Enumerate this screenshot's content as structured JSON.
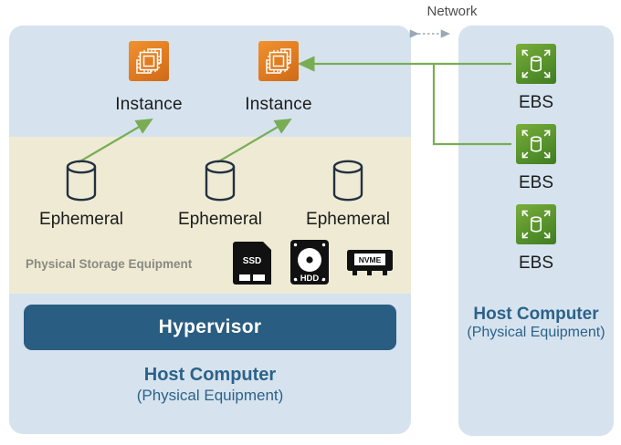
{
  "diagram": {
    "network_label": "Network",
    "left_host": {
      "compute_zone": {
        "instances": [
          {
            "label": "Instance",
            "icon": "ec2-instance-icon"
          },
          {
            "label": "Instance",
            "icon": "ec2-instance-icon"
          }
        ]
      },
      "storage_band": {
        "band_label": "Physical Storage Equipment",
        "ephemeral_volumes": [
          {
            "label": "Ephemeral",
            "icon": "cylinder-icon"
          },
          {
            "label": "Ephemeral",
            "icon": "cylinder-icon"
          },
          {
            "label": "Ephemeral",
            "icon": "cylinder-icon"
          }
        ],
        "devices": [
          {
            "label": "SSD",
            "icon": "ssd-icon"
          },
          {
            "label": "HDD",
            "icon": "hdd-icon"
          },
          {
            "label": "NVME",
            "icon": "nvme-icon"
          }
        ]
      },
      "hypervisor": {
        "label": "Hypervisor"
      },
      "caption": {
        "line1": "Host Computer",
        "line2": "(Physical Equipment)"
      }
    },
    "right_host": {
      "volumes": [
        {
          "label": "EBS",
          "icon": "ebs-volume-icon"
        },
        {
          "label": "EBS",
          "icon": "ebs-volume-icon"
        },
        {
          "label": "EBS",
          "icon": "ebs-volume-icon"
        }
      ],
      "caption": {
        "line1": "Host Computer",
        "line2": "(Physical Equipment)"
      }
    },
    "colors": {
      "panel": "#d6e3ef",
      "storage_band": "#eeead4",
      "hypervisor": "#2a5d82",
      "caption_text": "#2d6288",
      "instance_icon": "#e07b20",
      "ebs_icon": "#58932c",
      "connector": "#79ad54",
      "band_label_text": "#8a8a80",
      "network_label_text": "#4c4c4c"
    }
  }
}
